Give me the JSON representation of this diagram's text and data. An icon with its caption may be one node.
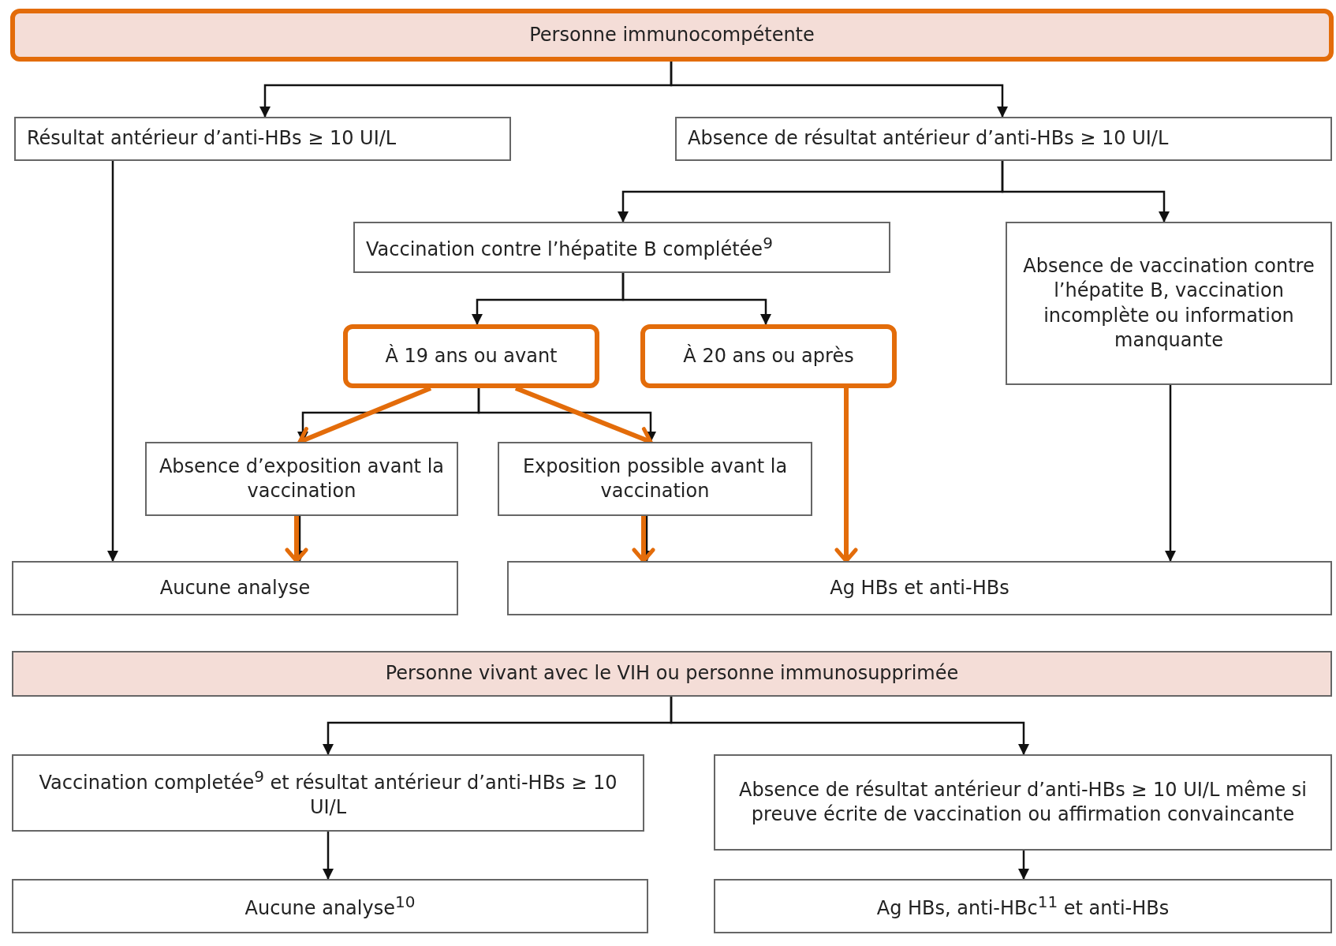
{
  "diagram": {
    "nodes": [
      {
        "text": [
          "Personne immunocompétente"
        ]
      },
      {
        "text": [
          "Résultat antérieur d’anti-HBs ≥ 10 UI/L"
        ]
      },
      {
        "text": [
          "Absence de résultat antérieur d’anti-HBs ≥ 10 UI/L"
        ]
      },
      {
        "text": [
          "Vaccination contre l’hépatite B complétée$^{9}$"
        ]
      },
      {
        "text": [
          "Absence de vaccination contre l’hépatite B, vaccination incomplète ou information manquante"
        ]
      },
      {
        "text": [
          "À 19 ans ou avant"
        ]
      },
      {
        "text": [
          "À 20 ans ou après"
        ]
      },
      {
        "text": [
          "Absence d’exposition avant la vaccination"
        ]
      },
      {
        "text": [
          "Exposition possible avant la vaccination"
        ]
      },
      {
        "text": [
          "Aucune analyse"
        ]
      },
      {
        "text": [
          "Ag HBs et anti-HBs"
        ]
      },
      {
        "text": [
          "Personne vivant avec le VIH ou personne immunosupprimée"
        ]
      },
      {
        "text": [
          "Vaccination completée$^{9}$ et résultat antérieur d’anti-HBs ≥ 10 UI/L"
        ]
      },
      {
        "text": [
          "Absence de résultat antérieur d’anti-HBs ≥ 10 UI/L même si preuve écrite de vaccination ou affirmation convaincante"
        ]
      },
      {
        "text": [
          "Aucune analyse$^{10}$"
        ]
      },
      {
        "text": [
          "Ag HBs, anti-HBc$^{11}$ et anti-HBs"
        ]
      }
    ],
    "edges": [
      {
        "from": 0,
        "to": 1,
        "arrow": "to"
      },
      {
        "from": 0,
        "to": 2,
        "arrow": "to"
      },
      {
        "from": 1,
        "to": 9,
        "arrow": "to"
      },
      {
        "from": 2,
        "to": 3,
        "arrow": "to"
      },
      {
        "from": 2,
        "to": 4,
        "arrow": "to"
      },
      {
        "from": 3,
        "to": 5,
        "arrow": "to"
      },
      {
        "from": 3,
        "to": 6,
        "arrow": "to"
      },
      {
        "from": 5,
        "to": 7,
        "arrow": "to"
      },
      {
        "from": 5,
        "to": 8,
        "arrow": "to"
      },
      {
        "from": 7,
        "to": 9,
        "arrow": "to"
      },
      {
        "from": 8,
        "to": 10,
        "arrow": "to"
      },
      {
        "from": 4,
        "to": 10,
        "arrow": "to"
      },
      {
        "from": 5,
        "to": 7,
        "arrow": "to",
        "style": "thick",
        "color": "#e36c0a"
      },
      {
        "from": 5,
        "to": 8,
        "arrow": "to",
        "style": "thick",
        "color": "#e36c0a"
      },
      {
        "from": 7,
        "to": 9,
        "arrow": "to",
        "style": "thick",
        "color": "#e36c0a"
      },
      {
        "from": 8,
        "to": 10,
        "arrow": "to",
        "style": "thick",
        "color": "#e36c0a"
      },
      {
        "from": 6,
        "to": 10,
        "arrow": "to",
        "style": "thick",
        "color": "#e36c0a"
      },
      {
        "from": 11,
        "to": 12,
        "arrow": "to"
      },
      {
        "from": 11,
        "to": 13,
        "arrow": "to"
      },
      {
        "from": 12,
        "to": 14,
        "arrow": "to"
      },
      {
        "from": 13,
        "to": 15,
        "arrow": "to"
      }
    ]
  }
}
